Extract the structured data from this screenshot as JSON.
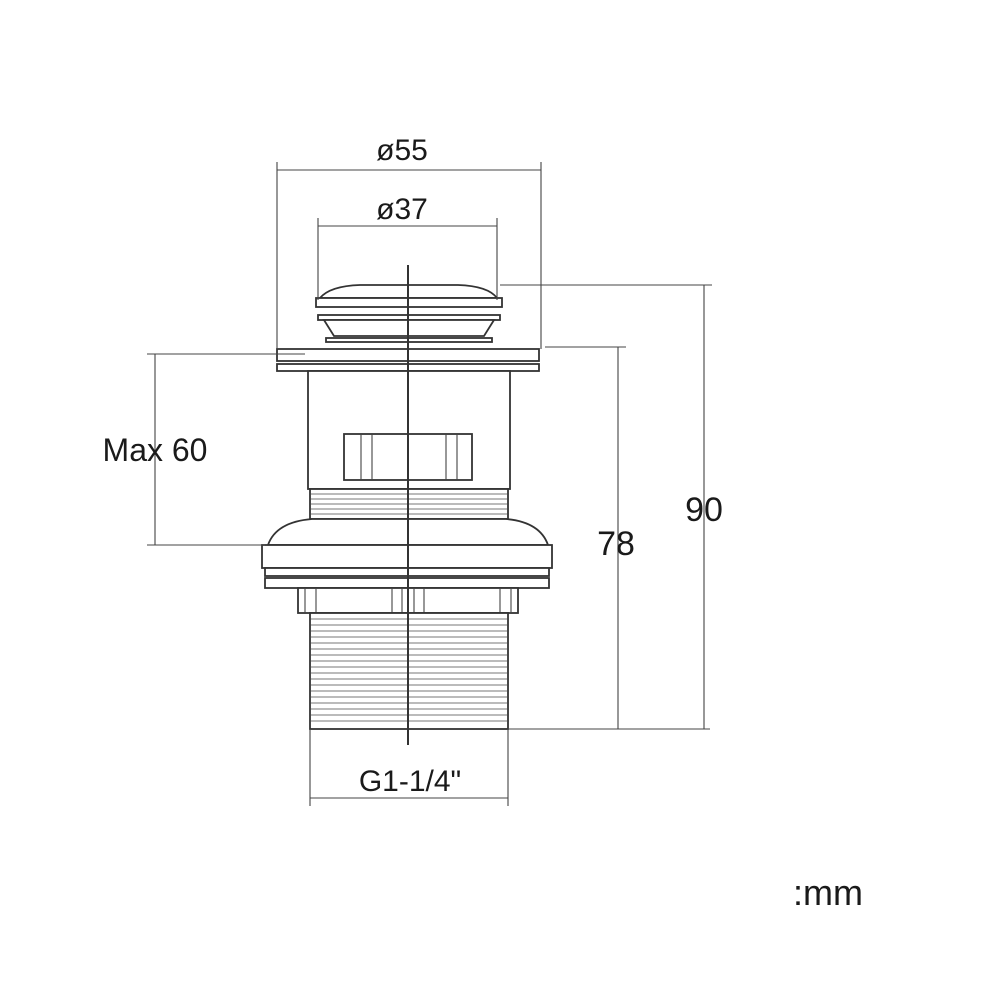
{
  "dimensions": {
    "cap_outer_diameter": "ø55",
    "cap_inner_diameter": "ø37",
    "max_thickness": "Max 60",
    "height_under_flange": "78",
    "total_height": "90",
    "thread_size": "G1-1/4\""
  },
  "unit_label": ":mm"
}
